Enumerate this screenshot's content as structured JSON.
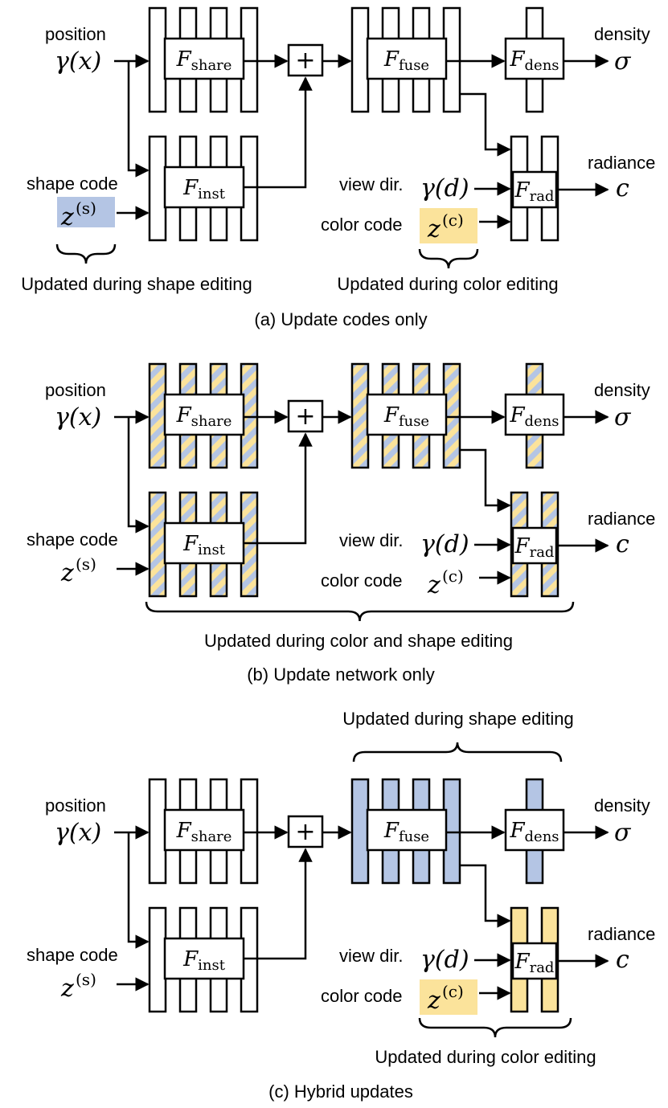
{
  "colors": {
    "shape_blue": "#b4c5e4",
    "color_yellow": "#fbe39b",
    "stripe_blue": "#b4c5e4",
    "stripe_yellow": "#fbe39b"
  },
  "labels": {
    "position": "position",
    "gamma_x": "γ(x)",
    "shape_code": "shape code",
    "z_s_base": "z",
    "z_s_sup": "(s)",
    "view_dir": "view dir.",
    "gamma_d": "γ(d)",
    "color_code": "color code",
    "z_c_base": "z",
    "z_c_sup": "(c)",
    "density": "density",
    "sigma": "σ",
    "radiance": "radiance",
    "c": "c",
    "plus": "+"
  },
  "modules": {
    "share": {
      "main": "F",
      "sub": "share"
    },
    "inst": {
      "main": "F",
      "sub": "inst"
    },
    "fuse": {
      "main": "F",
      "sub": "fuse"
    },
    "dens": {
      "main": "F",
      "sub": "dens"
    },
    "rad": {
      "main": "F",
      "sub": "rad"
    }
  },
  "panels": [
    {
      "id": "a",
      "caption": "(a) Update codes only",
      "annotations": {
        "left": "Updated during shape editing",
        "right": "Updated during color editing"
      }
    },
    {
      "id": "b",
      "caption": "(b) Update network only",
      "annotations": {
        "bottom": "Updated during color and shape editing"
      }
    },
    {
      "id": "c",
      "caption": "(c) Hybrid updates",
      "annotations": {
        "top": "Updated during shape editing",
        "bottom": "Updated during color editing"
      }
    }
  ]
}
